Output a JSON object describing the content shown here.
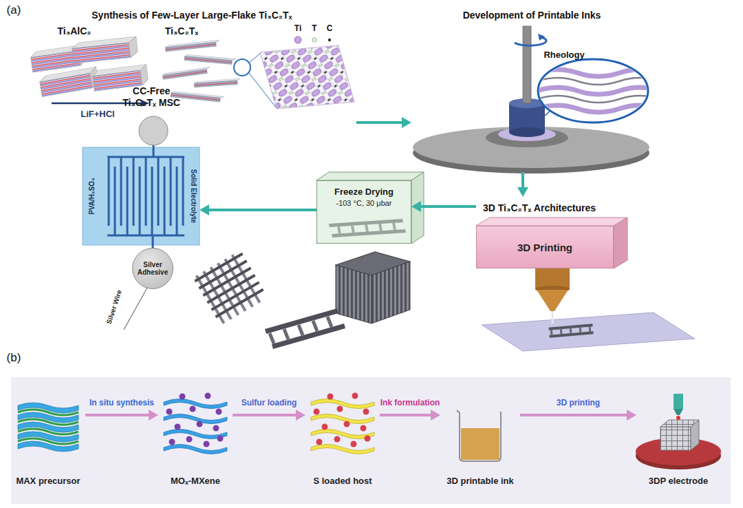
{
  "diagram": {
    "nodes": [
      {
        "text": [
          "Synthesis of Few-Layer Large-Flake Ti₃C₂Tₓ"
        ]
      },
      {
        "text": [
          "Development of Printable Inks"
        ]
      },
      {
        "text": [
          "3D Ti₃C₂Tₓ Architectures"
        ]
      },
      {
        "text": [
          "3D Printing"
        ],
        "in": 2
      },
      {
        "text": [
          "Freeze Drying",
          "-103 °C, 30 μbar"
        ]
      },
      {
        "text": [
          "CC-Free Ti₃C₂Tₓ MSC"
        ]
      },
      {
        "text": [
          "Silver Adhesive"
        ],
        "in": 5
      },
      {
        "text": [
          "MAX precursor"
        ]
      },
      {
        "text": [
          "MOₓ-MXene"
        ]
      },
      {
        "text": [
          "S loaded host"
        ]
      },
      {
        "text": [
          "3D printable ink"
        ]
      },
      {
        "text": [
          "3DP electrode"
        ]
      }
    ],
    "edges": [
      {
        "from": 0,
        "to": 1,
        "arrow": "to"
      },
      {
        "from": 1,
        "to": 2,
        "arrow": "to"
      },
      {
        "from": 2,
        "to": 4,
        "arrow": "to"
      },
      {
        "from": 4,
        "to": 5,
        "arrow": "to"
      },
      {
        "from": 7,
        "to": 8,
        "arrow": "to",
        "label": "In situ synthesis"
      },
      {
        "from": 8,
        "to": 9,
        "arrow": "to",
        "label": "Sulfur loading"
      },
      {
        "from": 9,
        "to": 10,
        "arrow": "to",
        "label": "Ink formulation"
      },
      {
        "from": 10,
        "to": 11,
        "arrow": "to",
        "label": "3D printing"
      }
    ],
    "labels": [
      "(a)",
      "Ti₃AlC₂",
      "Ti₃C₂Tₓ",
      "Ti",
      "T",
      "C",
      "LiF+HCl",
      "Rheology",
      "PVA/H₂SO₄",
      "Solid Electrolyte",
      "Silver Wire",
      "(b)"
    ]
  }
}
